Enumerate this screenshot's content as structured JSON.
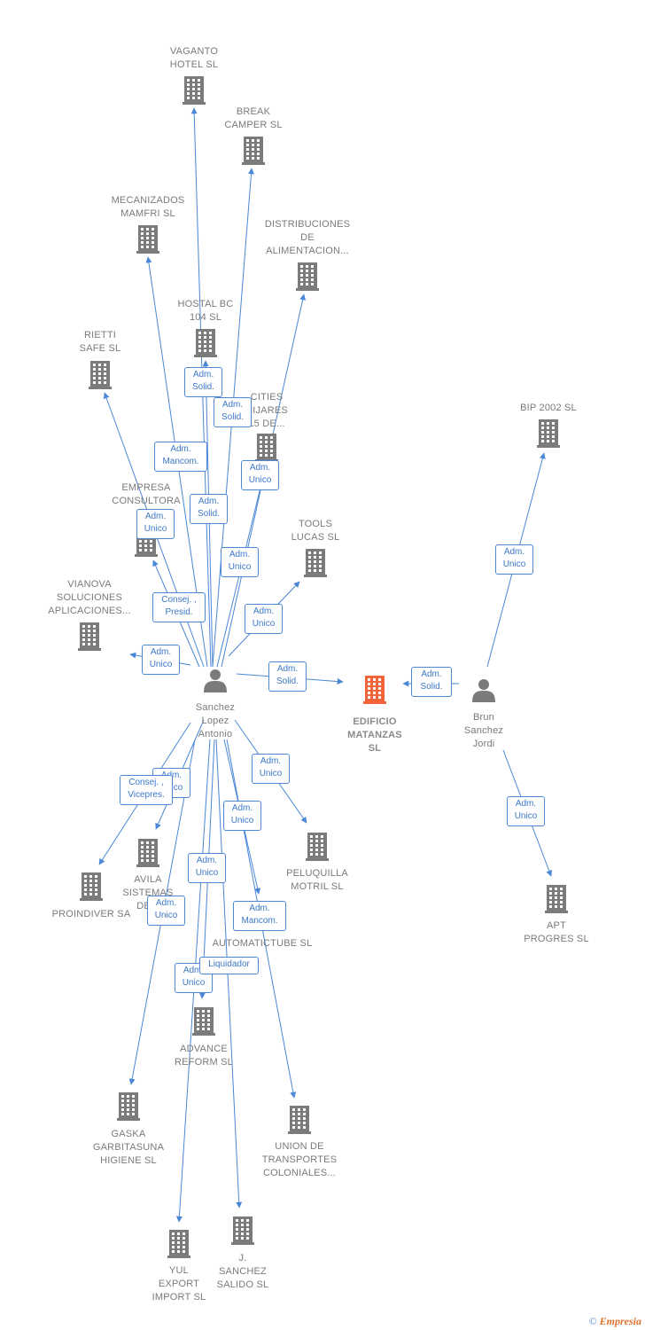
{
  "colors": {
    "edge": "#4a87d6",
    "building": "#7b7b7b",
    "focus": "#f2643a",
    "person": "#7b7b7b"
  },
  "focus": {
    "name": "EDIFICIO\nMATANZAS\nSL"
  },
  "people": [
    {
      "id": "sanchez",
      "name": "Sanchez\nLopez\nAntonio"
    },
    {
      "id": "brun",
      "name": "Brun\nSanchez\nJordi"
    }
  ],
  "companies": [
    {
      "id": "vaganto",
      "name": "VAGANTO\nHOTEL SL"
    },
    {
      "id": "break",
      "name": "BREAK\nCAMPER SL"
    },
    {
      "id": "mecanizados",
      "name": "MECANIZADOS\nMAMFRI SL"
    },
    {
      "id": "distribuciones",
      "name": "DISTRIBUCIONES\nDE\nALIMENTACION..."
    },
    {
      "id": "hostal",
      "name": "HOSTAL BC\n104 SL"
    },
    {
      "id": "rietti",
      "name": "RIETTI\nSAFE SL"
    },
    {
      "id": "cities",
      "name": "CITIES\nNIJARES\n15 DE..."
    },
    {
      "id": "bip",
      "name": "BIP 2002 SL"
    },
    {
      "id": "empresa",
      "name": "EMPRESA\nCONSULTORA\nD..."
    },
    {
      "id": "tools",
      "name": "TOOLS\nLUCAS SL"
    },
    {
      "id": "vianova",
      "name": "VIANOVA\nSOLUCIONES\nAPLICACIONES..."
    },
    {
      "id": "peluquilla",
      "name": "PELUQUILLA\nMOTRIL SL"
    },
    {
      "id": "avila",
      "name": "AVILA\nSISTEMAS\nDE..."
    },
    {
      "id": "proindiver",
      "name": "PROINDIVER SA"
    },
    {
      "id": "automatictube",
      "name": "AUTOMATICTUBE SL"
    },
    {
      "id": "apt",
      "name": "APT\nPROGRES SL"
    },
    {
      "id": "advance",
      "name": "ADVANCE\nREFORM SL"
    },
    {
      "id": "gaska",
      "name": "GASKA\nGARBITASUNA\nHIGIENE SL"
    },
    {
      "id": "union",
      "name": "UNION DE\nTRANSPORTES\nCOLONIALES..."
    },
    {
      "id": "yul",
      "name": "YUL\nEXPORT\nIMPORT SL"
    },
    {
      "id": "jsanchez",
      "name": "J.\nSANCHEZ\nSALIDO SL"
    }
  ],
  "edges": [
    {
      "from": "sanchez",
      "to": "vaganto",
      "label": "Adm.\nSolid."
    },
    {
      "from": "sanchez",
      "to": "break",
      "label": "Adm.\nSolid."
    },
    {
      "from": "sanchez",
      "to": "mecanizados",
      "label": "Adm.\nMancom."
    },
    {
      "from": "sanchez",
      "to": "distribuciones",
      "label": "Adm.\nUnico"
    },
    {
      "from": "sanchez",
      "to": "hostal",
      "label": "Adm.\nSolid."
    },
    {
      "from": "sanchez",
      "to": "rietti",
      "label": "Adm.\nUnico"
    },
    {
      "from": "sanchez",
      "to": "cities",
      "label": "Adm.\nUnico"
    },
    {
      "from": "sanchez",
      "to": "empresa",
      "label": "Consej. ,\nPresid."
    },
    {
      "from": "sanchez",
      "to": "tools",
      "label": "Adm.\nUnico"
    },
    {
      "from": "sanchez",
      "to": "vianova",
      "label": "Adm.\nUnico"
    },
    {
      "from": "sanchez",
      "to": "focus",
      "label": "Adm.\nSolid."
    },
    {
      "from": "brun",
      "to": "focus",
      "label": "Adm.\nSolid."
    },
    {
      "from": "brun",
      "to": "bip",
      "label": "Adm.\nUnico"
    },
    {
      "from": "brun",
      "to": "apt",
      "label": "Adm.\nUnico"
    },
    {
      "from": "sanchez",
      "to": "peluquilla",
      "label": "Adm.\nUnico"
    },
    {
      "from": "sanchez",
      "to": "avila",
      "label": "Adm.\nUnico"
    },
    {
      "from": "sanchez",
      "to": "proindiver",
      "label": "Consej. ,\nVicepres."
    },
    {
      "from": "sanchez",
      "to": "automatictube",
      "label": "Adm.\nUnico"
    },
    {
      "from": "sanchez",
      "to": "advance",
      "label": "Adm.\nUnico"
    },
    {
      "from": "sanchez",
      "to": "gaska",
      "label": "Adm.\nUnico"
    },
    {
      "from": "sanchez",
      "to": "union",
      "label": "Adm.\nMancom."
    },
    {
      "from": "sanchez",
      "to": "yul",
      "label": "Adm.\nUnico"
    },
    {
      "from": "sanchez",
      "to": "jsanchez",
      "label": "Liquidador"
    }
  ],
  "footer": {
    "symbol": "©",
    "brand": "Empresia"
  }
}
